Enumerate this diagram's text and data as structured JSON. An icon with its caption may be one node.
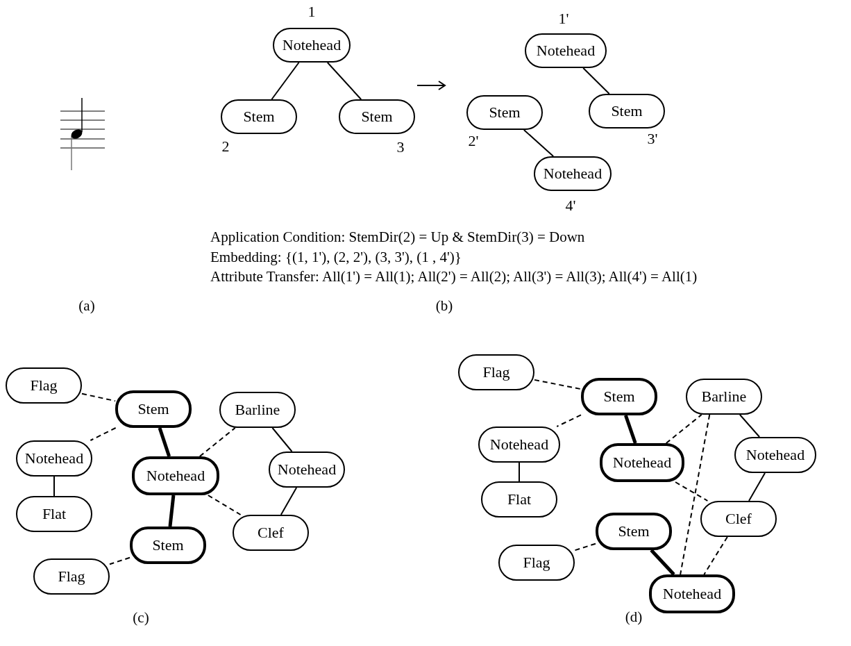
{
  "diagram": {
    "nodes": [
      {
        "text": [
          "Notehead"
        ],
        "beside": [
          "1"
        ]
      },
      {
        "text": [
          "Stem"
        ],
        "beside": [
          "2"
        ]
      },
      {
        "text": [
          "Stem"
        ],
        "beside": [
          "3"
        ]
      },
      {
        "text": [
          "Notehead"
        ],
        "beside": [
          "1'"
        ]
      },
      {
        "text": [
          "Stem"
        ],
        "beside": [
          "2'"
        ]
      },
      {
        "text": [
          "Stem"
        ],
        "beside": [
          "3'"
        ]
      },
      {
        "text": [
          "Notehead"
        ],
        "beside": [
          "4'"
        ]
      },
      {
        "text": [
          "Flag"
        ]
      },
      {
        "text": [
          "Stem"
        ]
      },
      {
        "text": [
          "Barline"
        ]
      },
      {
        "text": [
          "Notehead"
        ]
      },
      {
        "text": [
          "Notehead"
        ]
      },
      {
        "text": [
          "Notehead"
        ]
      },
      {
        "text": [
          "Flat"
        ]
      },
      {
        "text": [
          "Stem"
        ]
      },
      {
        "text": [
          "Clef"
        ]
      },
      {
        "text": [
          "Flag"
        ]
      },
      {
        "text": [
          "Flag"
        ]
      },
      {
        "text": [
          "Barline"
        ]
      },
      {
        "text": [
          "Stem"
        ]
      },
      {
        "text": [
          "Notehead"
        ]
      },
      {
        "text": [
          "Notehead"
        ]
      },
      {
        "text": [
          "Notehead"
        ]
      },
      {
        "text": [
          "Flat"
        ]
      },
      {
        "text": [
          "Clef"
        ]
      },
      {
        "text": [
          "Stem"
        ]
      },
      {
        "text": [
          "Flag"
        ]
      },
      {
        "text": [
          "Notehead"
        ]
      }
    ],
    "edges": [
      {
        "from": 0,
        "to": 1,
        "arrow": "none"
      },
      {
        "from": 0,
        "to": 2,
        "arrow": "none"
      },
      {
        "from": 3,
        "to": 5,
        "arrow": "none"
      },
      {
        "from": 4,
        "to": 6,
        "arrow": "none"
      },
      {
        "from": 7,
        "to": 8,
        "arrow": "none",
        "style": "dashed"
      },
      {
        "from": 8,
        "to": 10,
        "arrow": "none",
        "style": "dashed"
      },
      {
        "from": 8,
        "to": 11,
        "arrow": "none",
        "style": "thick"
      },
      {
        "from": 11,
        "to": 9,
        "arrow": "none",
        "style": "dashed"
      },
      {
        "from": 9,
        "to": 12,
        "arrow": "none"
      },
      {
        "from": 10,
        "to": 13,
        "arrow": "none"
      },
      {
        "from": 11,
        "to": 14,
        "arrow": "none",
        "style": "thick"
      },
      {
        "from": 11,
        "to": 15,
        "arrow": "none",
        "style": "dashed"
      },
      {
        "from": 12,
        "to": 15,
        "arrow": "none"
      },
      {
        "from": 14,
        "to": 16,
        "arrow": "none",
        "style": "dashed"
      },
      {
        "from": 17,
        "to": 19,
        "arrow": "none",
        "style": "dashed"
      },
      {
        "from": 19,
        "to": 20,
        "arrow": "none",
        "style": "dashed"
      },
      {
        "from": 19,
        "to": 22,
        "arrow": "none",
        "style": "thick"
      },
      {
        "from": 22,
        "to": 18,
        "arrow": "none",
        "style": "dashed"
      },
      {
        "from": 18,
        "to": 21,
        "arrow": "none"
      },
      {
        "from": 18,
        "to": 27,
        "arrow": "none",
        "style": "dashed"
      },
      {
        "from": 20,
        "to": 23,
        "arrow": "none"
      },
      {
        "from": 22,
        "to": 24,
        "arrow": "none",
        "style": "dashed"
      },
      {
        "from": 21,
        "to": 24,
        "arrow": "none"
      },
      {
        "from": 25,
        "to": 26,
        "arrow": "none",
        "style": "dashed"
      },
      {
        "from": 25,
        "to": 27,
        "arrow": "none",
        "style": "thick"
      },
      {
        "from": 24,
        "to": 27,
        "arrow": "none",
        "style": "dashed"
      }
    ],
    "labels": [
      "Application Condition: StemDir(2) = Up & StemDir(3) = Down",
      "Embedding: {(1, 1'), (2, 2'), (3, 3'), (1 , 4')}",
      "Attribute Transfer: All(1') = All(1); All(2') = All(2); All(3') = All(3); All(4') = All(1)",
      "(a)",
      "(b)",
      "(c)",
      "(d)"
    ]
  }
}
